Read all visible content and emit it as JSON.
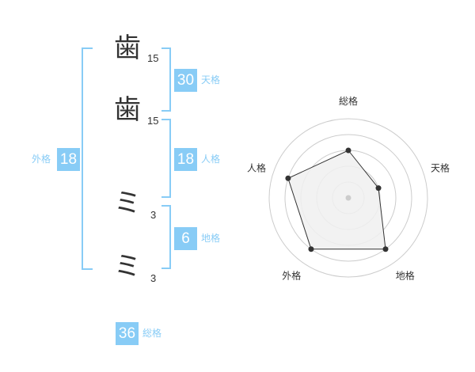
{
  "name": {
    "characters": [
      {
        "char": "歯",
        "strokes": "15"
      },
      {
        "char": "歯",
        "strokes": "15"
      },
      {
        "char": "ミ",
        "strokes": "3"
      },
      {
        "char": "ミ",
        "strokes": "3"
      }
    ]
  },
  "fortune": {
    "tenkaku": {
      "label": "天格",
      "value": "30"
    },
    "jinkaku": {
      "label": "人格",
      "value": "18"
    },
    "chikaku": {
      "label": "地格",
      "value": "6"
    },
    "gaikaku": {
      "label": "外格",
      "value": "18"
    },
    "soukaku": {
      "label": "総格",
      "value": "36"
    }
  },
  "colors": {
    "accent": "#88ccf6",
    "text": "#333333",
    "radar_fill": "#f0f0f0",
    "radar_line": "#333333",
    "ring": "#cccccc"
  },
  "chart_data": {
    "type": "radar",
    "axes": [
      "総格",
      "天格",
      "地格",
      "外格",
      "人格"
    ],
    "values": [
      3,
      2,
      4,
      4,
      4
    ],
    "rlim": [
      0,
      5
    ],
    "rings": 5,
    "grid": true
  }
}
